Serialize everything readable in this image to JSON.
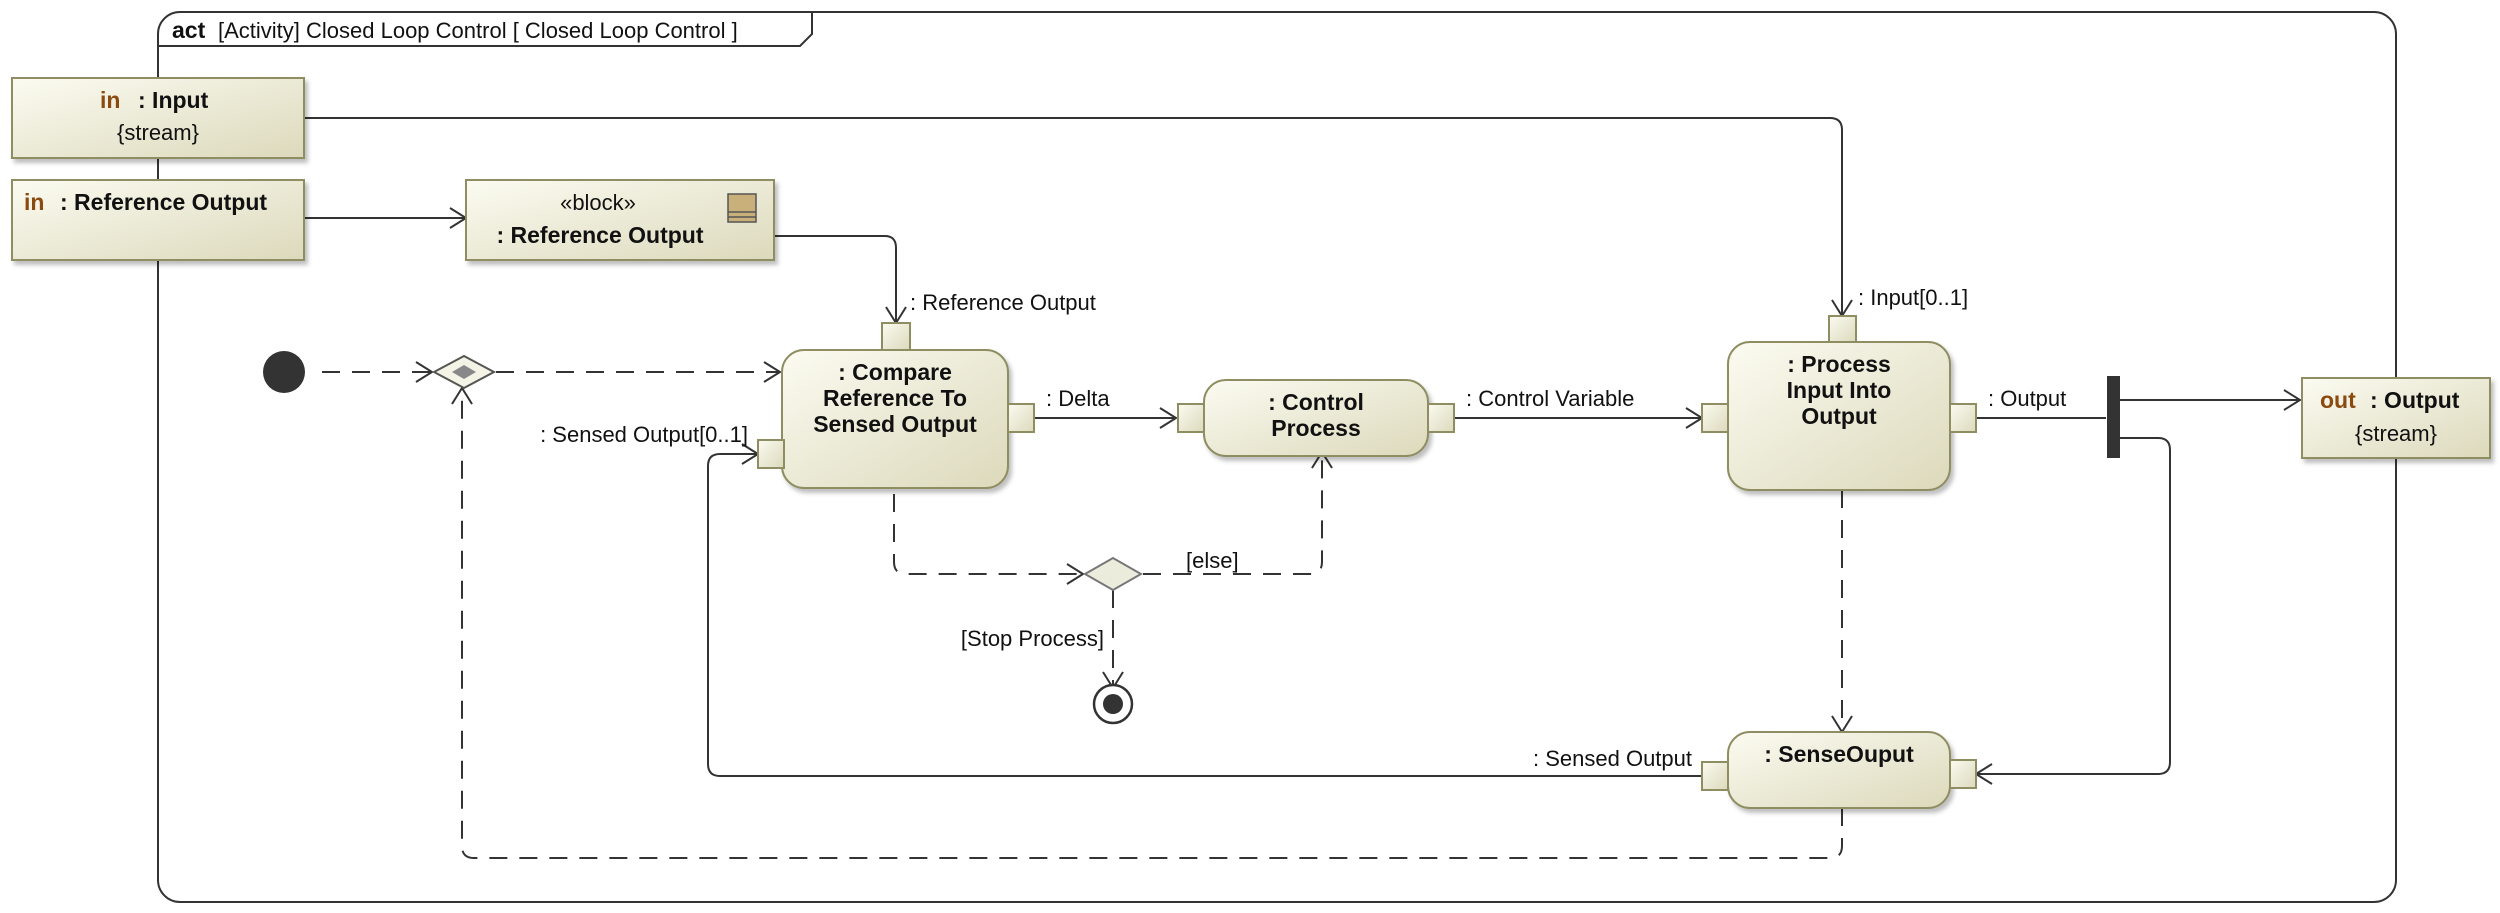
{
  "frame": {
    "kind": "act",
    "title": "[Activity] Closed Loop Control [ Closed Loop Control ]"
  },
  "parameters": {
    "input": {
      "direction": "in",
      "name": ": Input",
      "property": "{stream}"
    },
    "reference_output": {
      "direction": "in",
      "name": ": Reference Output"
    },
    "output": {
      "direction": "out",
      "name": ": Output",
      "property": "{stream}"
    }
  },
  "object_node": {
    "stereotype": "«block»",
    "name": ": Reference Output",
    "icon": "block-icon"
  },
  "actions": {
    "compare": {
      "lines": [
        ": Compare",
        "Reference To",
        "Sensed Output"
      ]
    },
    "control": {
      "lines": [
        ": Control",
        "Process"
      ]
    },
    "process": {
      "lines": [
        ": Process",
        "Input Into",
        "Output"
      ]
    },
    "sense": {
      "lines": [
        ": SenseOuput"
      ]
    }
  },
  "pins": {
    "reference_output": ": Reference Output",
    "sensed_output_in": ": Sensed Output[0..1]",
    "delta": ": Delta",
    "control_variable": ": Control Variable",
    "input": ": Input[0..1]",
    "output": ": Output",
    "sensed_output_out": ": Sensed Output"
  },
  "guards": {
    "else": "[else]",
    "stop": "[Stop Process]"
  },
  "colors": {
    "node_fill_top": "#f7f7ea",
    "node_fill_bottom": "#dedcbf",
    "node_stroke": "#8e8e62",
    "keyword": "#8a4a10"
  }
}
